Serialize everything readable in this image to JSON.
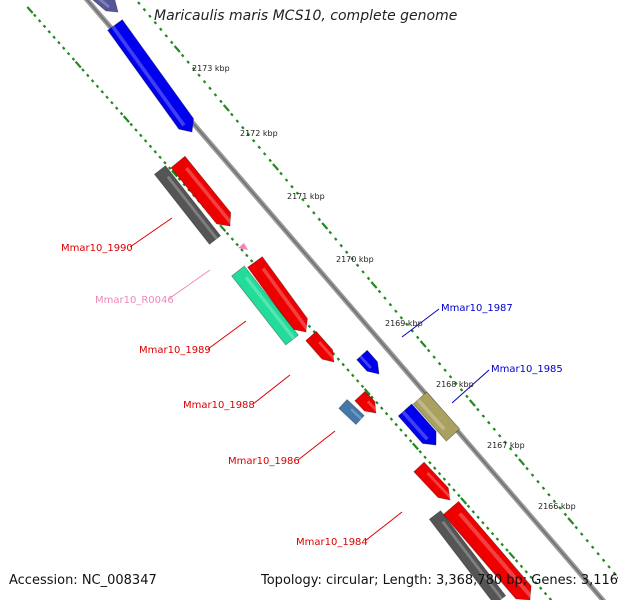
{
  "title": "Maricaulis maris MCS10, complete genome",
  "footer": {
    "accession": "Accession: NC_008347",
    "topology": "Topology: circular; Length: 3,368,780 bp; Genes: 3,116"
  },
  "scale_labels": [
    "2173 kbp",
    "2172 kbp",
    "2171 kbp",
    "2170 kbp",
    "2169 kbp",
    "2168 kbp",
    "2167 kbp",
    "2166 kbp"
  ],
  "genes": [
    {
      "label": "Mmar10_1990",
      "color": "#dd0000"
    },
    {
      "label": "Mmar10_R0046",
      "color": "#ee88bb"
    },
    {
      "label": "Mmar10_1989",
      "color": "#dd0000"
    },
    {
      "label": "Mmar10_1988",
      "color": "#dd0000"
    },
    {
      "label": "Mmar10_1986",
      "color": "#dd0000"
    },
    {
      "label": "Mmar10_1984",
      "color": "#dd0000"
    },
    {
      "label": "Mmar10_1987",
      "color": "#0000cc"
    },
    {
      "label": "Mmar10_1985",
      "color": "#0000cc"
    }
  ],
  "colors": {
    "backbone": "#888888",
    "tick": "#228822",
    "forward": "#0000ee",
    "reverse": "#ee0000",
    "gray_feature": "#555555",
    "rna": "#22dd99",
    "steel": "#4477aa",
    "olive": "#aaa060",
    "slate": "#555599",
    "pink": "#ee88bb"
  }
}
